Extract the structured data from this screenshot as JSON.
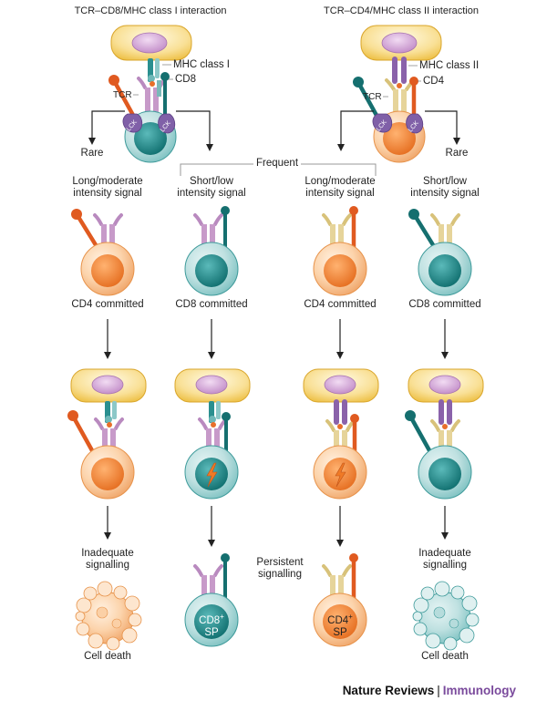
{
  "titles": {
    "left": "TCR–CD8/MHC class I interaction",
    "right": "TCR–CD4/MHC class II interaction"
  },
  "top_labels": {
    "mhc1": "MHC class I",
    "cd8": "CD8",
    "tcr_left": "TCR",
    "lck": "LCK",
    "mhc2": "MHC class II",
    "cd4": "CD4",
    "tcr_right": "TCR"
  },
  "branches": {
    "rare_left": "Rare",
    "frequent": "Frequent",
    "rare_right": "Rare"
  },
  "signals": {
    "col1": [
      "Long/moderate",
      "intensity signal"
    ],
    "col2": [
      "Short/low",
      "intensity signal"
    ],
    "col3": [
      "Long/moderate",
      "intensity signal"
    ],
    "col4": [
      "Short/low",
      "intensity signal"
    ]
  },
  "committed": {
    "col1": "CD4 committed",
    "col2": "CD8 committed",
    "col3": "CD4 committed",
    "col4": "CD8 committed"
  },
  "outcomes": {
    "inadequate": [
      "Inadequate",
      "signalling"
    ],
    "persistent": [
      "Persistent",
      "signalling"
    ],
    "cell_death": "Cell death",
    "cd8_sp": [
      "CD8",
      "+",
      "SP"
    ],
    "cd4_sp": [
      "CD4",
      "+",
      "SP"
    ]
  },
  "footer": {
    "publisher": "Nature Reviews",
    "separator": "|",
    "journal": "Immunology"
  },
  "colors": {
    "apc_outer": "#f3cc55",
    "apc_inner": "#d9a7dc",
    "cd8_cell": "#2a9898",
    "cd4_cell": "#f08c3c",
    "cd8_coreceptor": "#156f6f",
    "cd4_coreceptor": "#e05a20",
    "tcr_cd8": "#c79ac9",
    "tcr_cd4": "#e6d49a",
    "lck": "#8060a8",
    "mhc2": "#8a62aa"
  }
}
